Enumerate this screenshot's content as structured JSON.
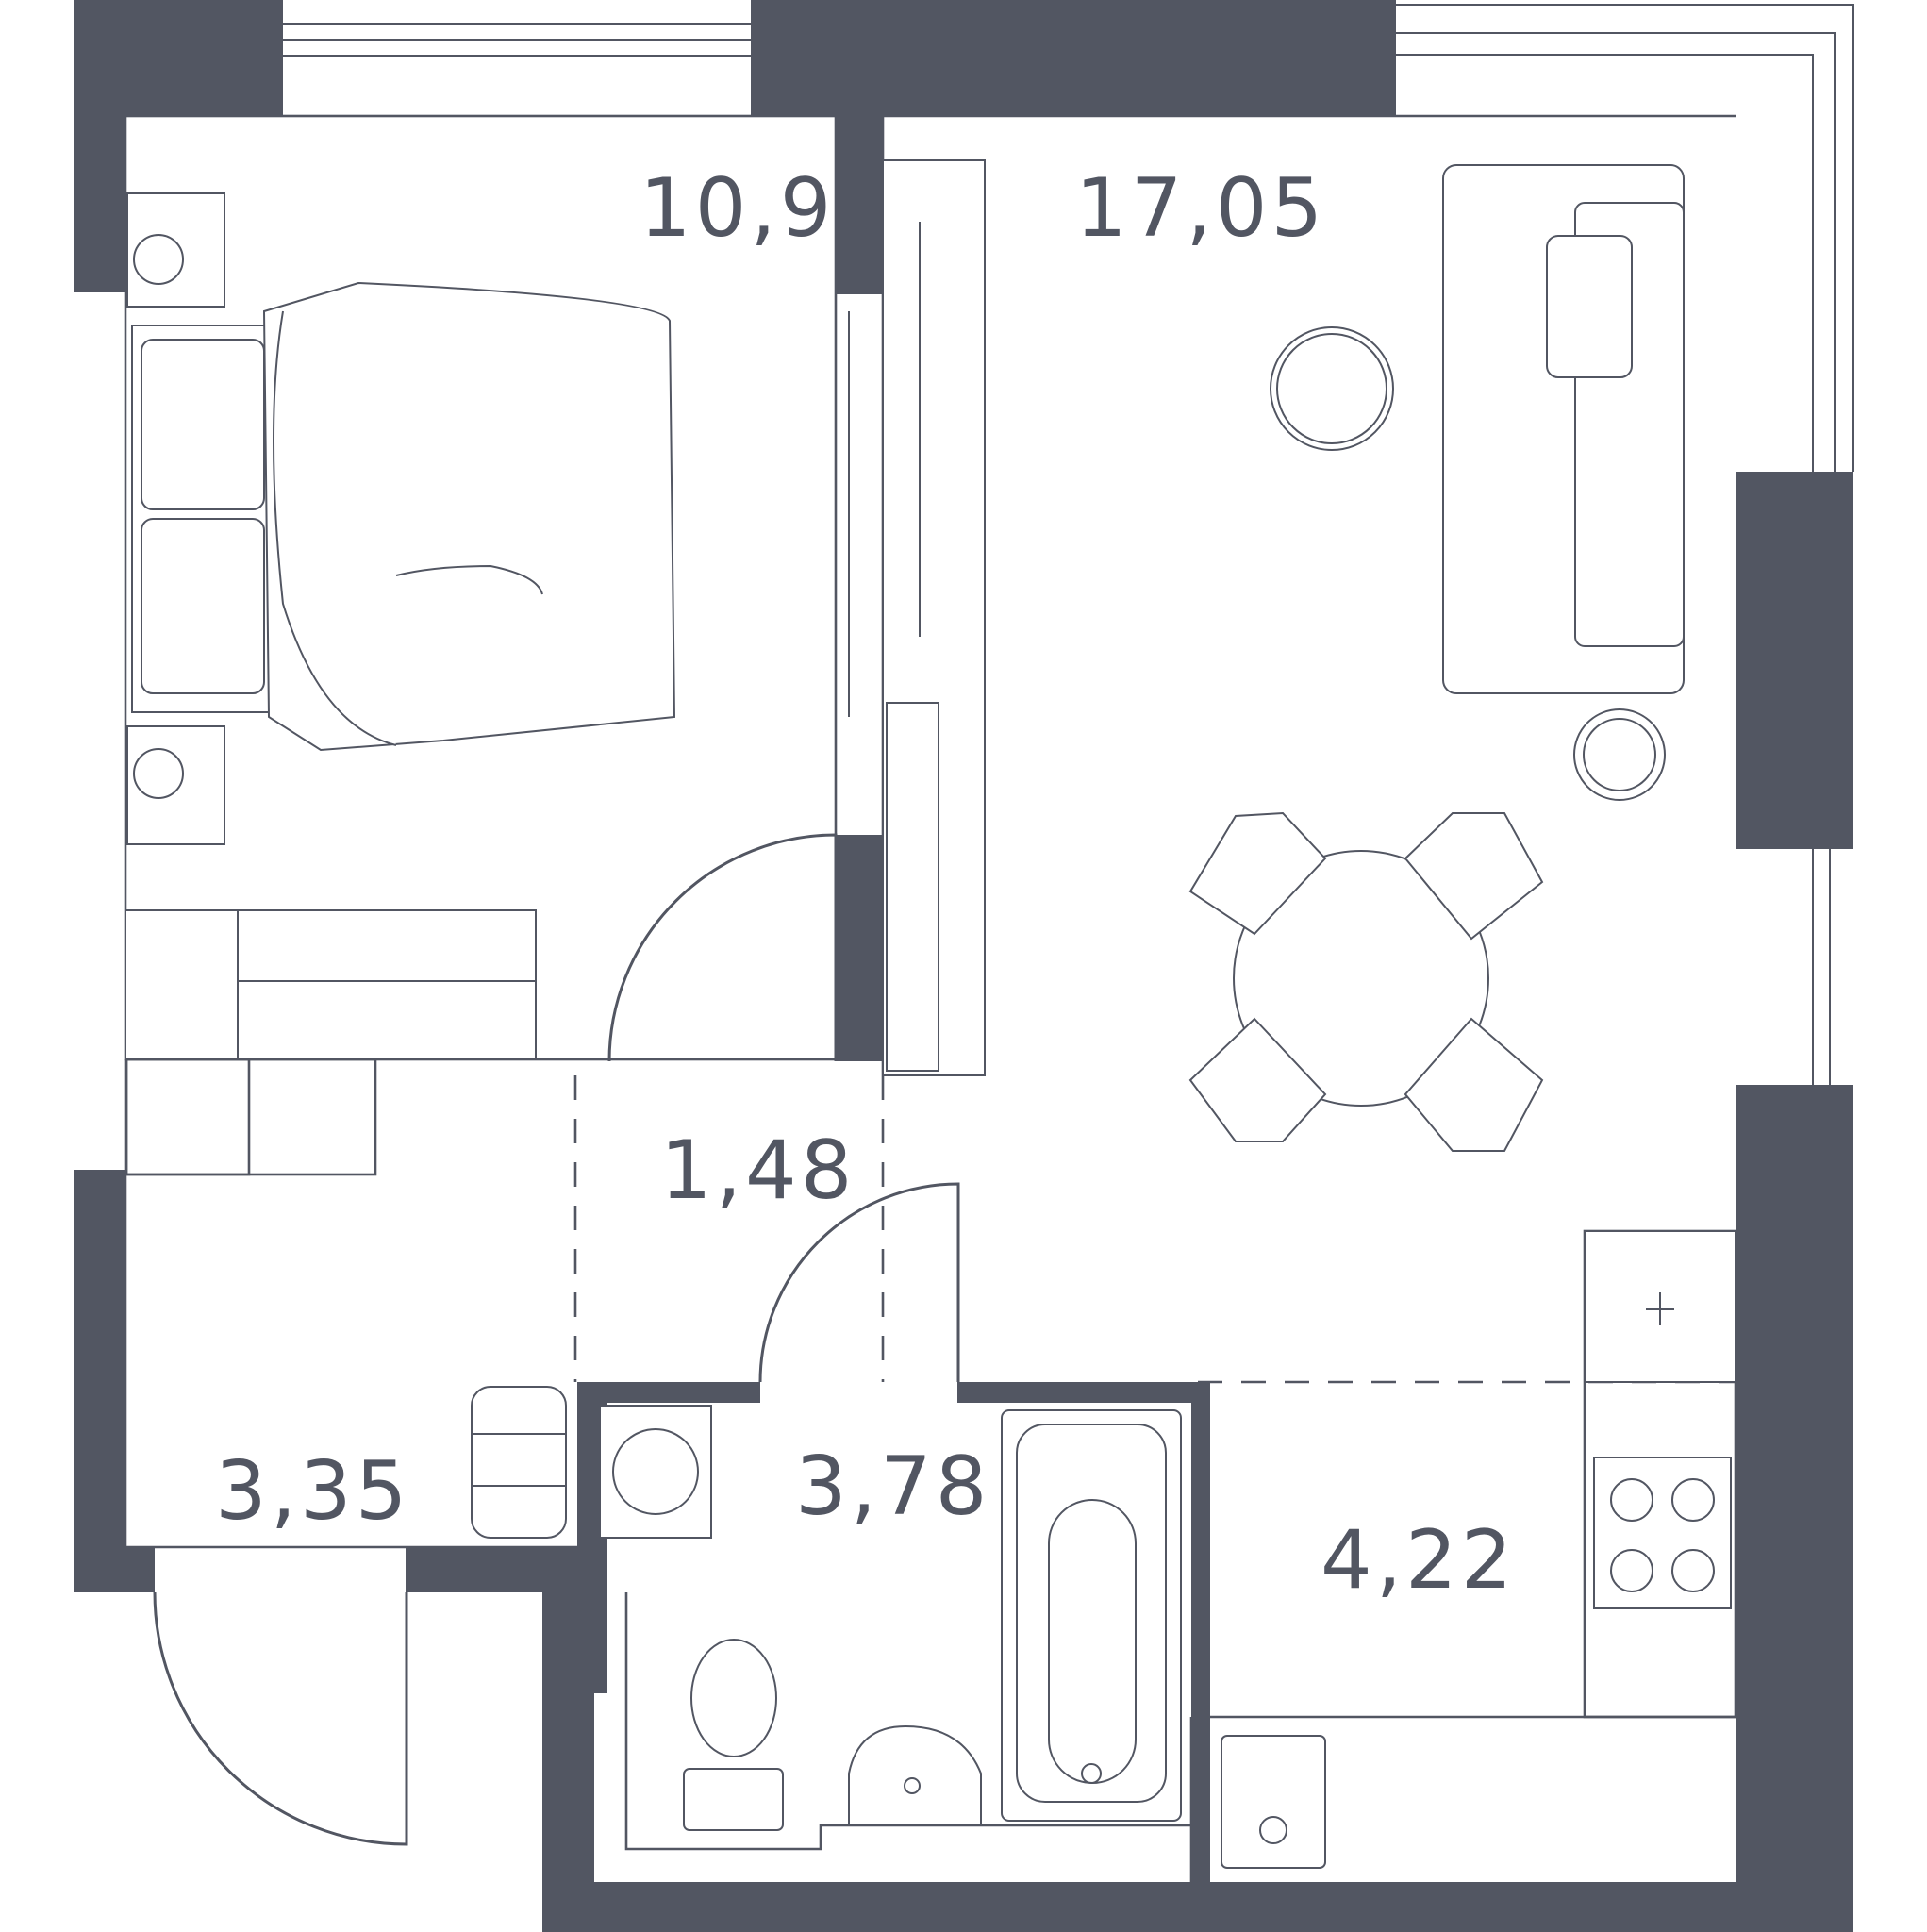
{
  "rooms": [
    {
      "id": "bedroom",
      "area": "10,91"
    },
    {
      "id": "living-kitchen",
      "area": "17,05"
    },
    {
      "id": "hall",
      "area": "1,48"
    },
    {
      "id": "entrance",
      "area": "3,35"
    },
    {
      "id": "bathroom",
      "area": "3,78"
    },
    {
      "id": "kitchen",
      "area": "4,22"
    }
  ],
  "colors": {
    "wall": "#525662",
    "background": "#ffffff"
  },
  "icons": [
    "bed-icon",
    "nightstand-icon",
    "wardrobe-icon",
    "sofa-icon",
    "coffee-table-icon",
    "dining-table-icon",
    "chair-icon",
    "washing-machine-icon",
    "toilet-icon",
    "sink-icon",
    "bathtub-icon",
    "stove-icon",
    "fridge-icon",
    "kitchen-sink-icon",
    "pouf-icon"
  ]
}
